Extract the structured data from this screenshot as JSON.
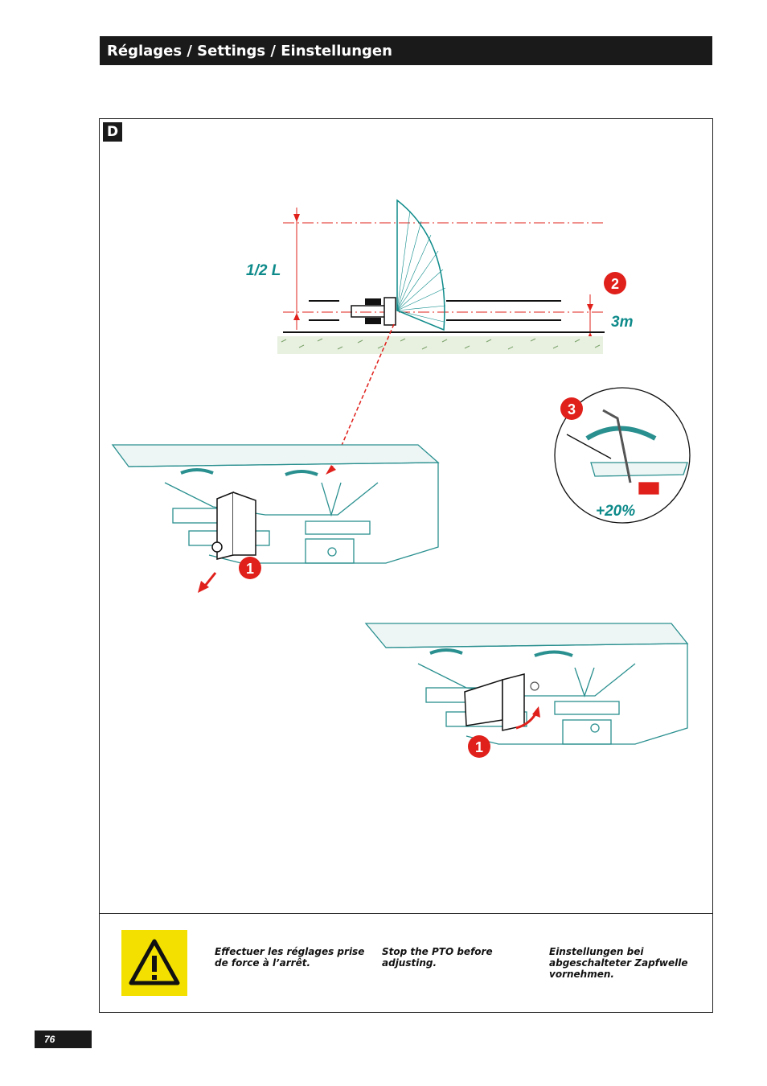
{
  "header": {
    "title": "Réglages / Settings / Einstellungen"
  },
  "section": {
    "letter": "D"
  },
  "diagram": {
    "label_half_width": "1/2 L",
    "label_distance": "3m",
    "label_percent": "+20%",
    "callouts": [
      "2",
      "3",
      "1",
      "1"
    ]
  },
  "warning": {
    "icon": "warning-triangle-icon",
    "text_fr": "Effectuer les réglages prise de force à l’arrêt.",
    "text_en": "Stop the PTO before adjusting.",
    "text_de": "Einstellungen bei abgeschalteter Zapfwelle vornehmen."
  },
  "footer": {
    "page_number": "76"
  },
  "colors": {
    "accent": "#0e8a8a",
    "callout": "#e0201b",
    "warning_bg": "#f3e000"
  }
}
